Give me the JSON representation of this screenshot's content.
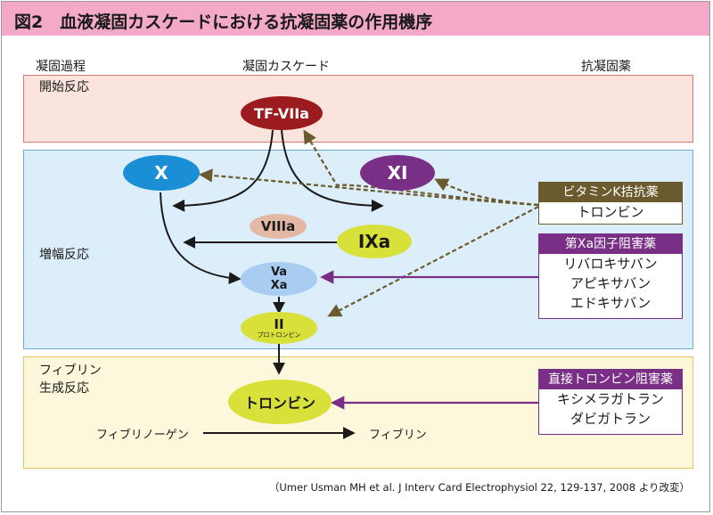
{
  "title": "図2　血液凝固カスケードにおける抗凝固薬の作用機序",
  "columns": {
    "left": "凝固過程",
    "center": "凝固カスケード",
    "right": "抗凝固薬"
  },
  "phases": {
    "initiation": "開始反応",
    "amplification": "増幅反応",
    "fibrin_1": "フィブリン",
    "fibrin_2": "生成反応"
  },
  "nodes": {
    "tf_viia": "TF-VIIa",
    "x": "X",
    "xi": "XI",
    "viiia": "VIIIa",
    "ixa": "IXa",
    "va": "Va",
    "xa": "Xa",
    "ii": "II",
    "prothrombin": "プロトロンビン",
    "thrombin": "トロンビン"
  },
  "fibrinogen": "フィブリノーゲン",
  "fibrin": "フィブリン",
  "drug_groups": [
    {
      "header": "ビタミンK拮抗薬",
      "items": [
        "トロンビン"
      ],
      "color": "#6b5a2e"
    },
    {
      "header": "第Xa因子阻害薬",
      "items": [
        "リバロキサバン",
        "アピキサバン",
        "エドキサバン"
      ],
      "color": "#7a2f86"
    },
    {
      "header": "直接トロンビン阻害薬",
      "items": [
        "キシメラガトラン",
        "ダビガトラン"
      ],
      "color": "#7a2f86"
    }
  ],
  "citation": "（Umer Usman MH et al. J Interv Card Electrophysiol 22, 129-137, 2008 より改変）",
  "colors": {
    "title_bar": "#f4a9c8",
    "tf_viia": "#9b1b1f",
    "x_node": "#1a8fd6",
    "xi_node": "#7a2f86",
    "viiia_node": "#e3b9a6",
    "ixa_node": "#d8e13a",
    "vaxa_node": "#a9cdf0",
    "ii_node": "#d8e13a",
    "thrombin_node": "#d8e13a",
    "vka_arrow": "#6b5a2e",
    "inhibitor_arrow": "#7a2f86"
  }
}
